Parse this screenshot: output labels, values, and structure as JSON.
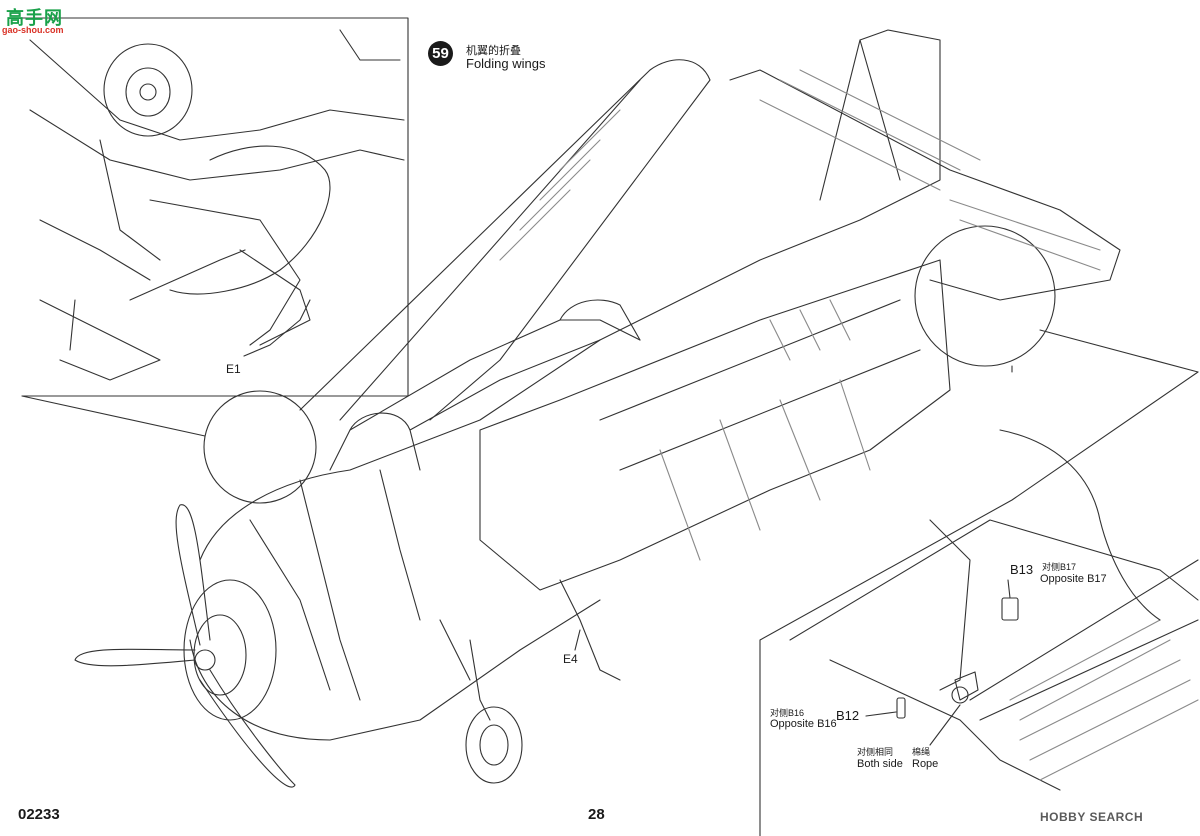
{
  "watermark_top": {
    "site_cn": "高手网",
    "site_url": "gao-shou.com"
  },
  "watermark_bottom": "HOBBY SEARCH",
  "step": {
    "number": "59",
    "title_cn": "机翼的折叠",
    "title_en": "Folding wings"
  },
  "parts": {
    "e1": "E1",
    "e4": "E4",
    "b13": "B13",
    "b13_note_cn": "对侧B17",
    "b13_note_en": "Opposite B17",
    "b12": "B12",
    "b12_note_cn": "对侧B16",
    "b12_note_en": "Opposite B16",
    "both_cn": "对侧相同",
    "both_en": "Both side",
    "rope_cn": "棉绳",
    "rope_en": "Rope"
  },
  "footer": {
    "product_code": "02233",
    "page_number": "28"
  },
  "colors": {
    "line": "#333333",
    "light_line": "#8a8a8a",
    "badge": "#1a1a1a"
  }
}
